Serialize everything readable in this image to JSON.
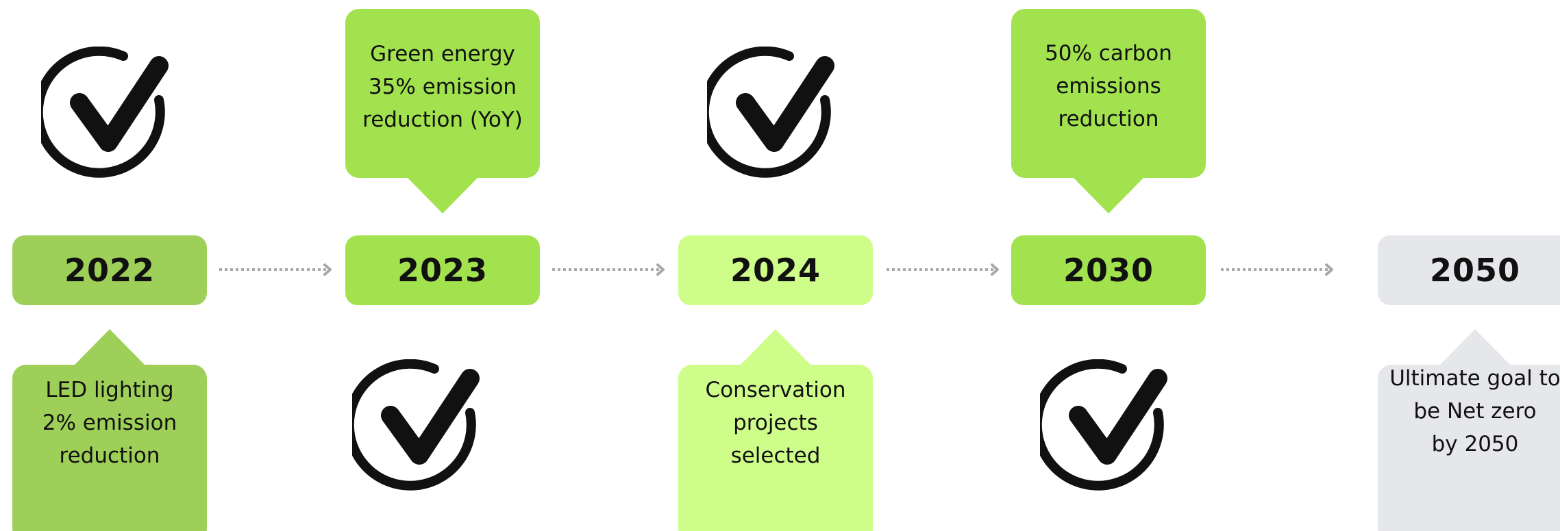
{
  "milestones": [
    {
      "year": "2022",
      "note": "LED lighting\n2% emission\nreduction",
      "color": "#9ecf58"
    },
    {
      "year": "2023",
      "note": "Green energy\n35% emission\nreduction (YoY)",
      "color": "#a2e24f"
    },
    {
      "year": "2024",
      "note": "Conservation\nprojects\nselected",
      "color": "#cffd8a"
    },
    {
      "year": "2030",
      "note": "50% carbon\nemissions\nreduction",
      "color": "#a2e24f"
    },
    {
      "year": "2050",
      "note": "Ultimate goal to\nbe Net zero\nby 2050",
      "color": "#e6e7ea"
    }
  ],
  "icons": {
    "check": "check-circle-icon",
    "arrow": "dotted-arrow-icon"
  },
  "colors": {
    "arrow": "#a8a8a8",
    "check": "#111111"
  }
}
